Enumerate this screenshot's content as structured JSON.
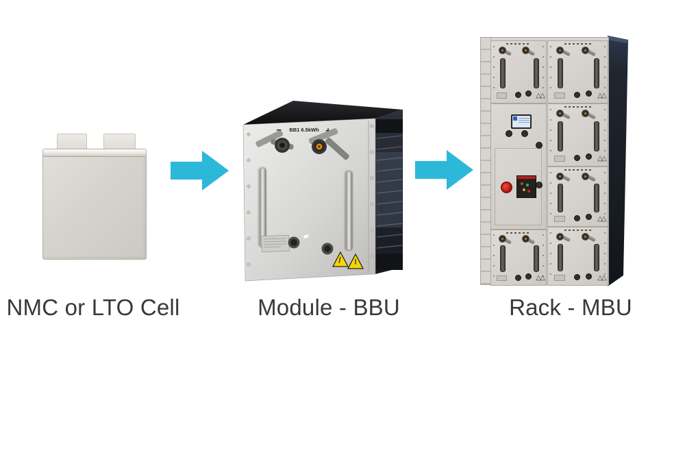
{
  "figure": {
    "background_color": "#ffffff",
    "arrow_color": "#2bb8d9",
    "text_color": "#383838",
    "stages": [
      {
        "id": "cell",
        "label": "NMC or LTO Cell"
      },
      {
        "id": "module",
        "label": "Module - BBU"
      },
      {
        "id": "rack",
        "label": "Rack - MBU"
      }
    ],
    "module_faceplate": {
      "polarity_left": "−",
      "model_text": "BB1 6.5kWh",
      "polarity_right": "+"
    },
    "icons": {
      "warning_triangle_glyph": "△"
    }
  }
}
